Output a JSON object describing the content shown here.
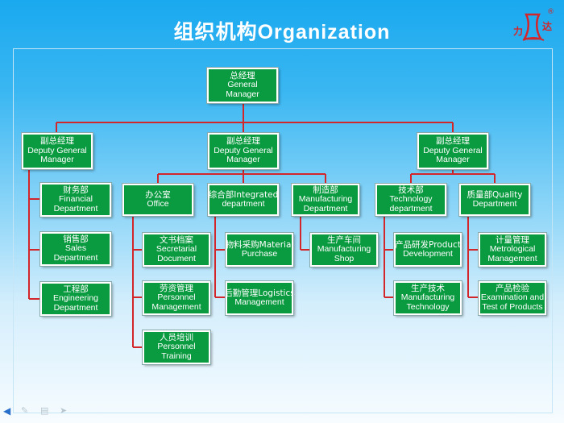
{
  "header": {
    "title_zh": "组织机构",
    "title_en": "Organization",
    "logo_text_1": "力",
    "logo_text_2": "达",
    "logo_mark": "®"
  },
  "org": {
    "gm": {
      "zh": "总经理",
      "en": [
        "General",
        "Manager"
      ]
    },
    "dgm_left": {
      "zh": "副总经理",
      "en": [
        "Deputy General",
        "Manager"
      ]
    },
    "dgm_center": {
      "zh": "副总经理",
      "en": [
        "Deputy General",
        "Manager"
      ]
    },
    "dgm_right": {
      "zh": "副总经理",
      "en": [
        "Deputy General",
        "Manager"
      ]
    },
    "finance": {
      "zh": "财务部",
      "en": [
        "Financial",
        "Department"
      ]
    },
    "sales": {
      "zh": "销售部",
      "en": [
        "Sales",
        "Department"
      ]
    },
    "engineering": {
      "zh": "工程部",
      "en": [
        "Engineering",
        "Department"
      ]
    },
    "office": {
      "zh": "办公室",
      "en": [
        "Office"
      ]
    },
    "secretarial": {
      "zh": "文书档案",
      "en": [
        "Secretarial",
        "Document"
      ]
    },
    "personnel": {
      "zh": "劳资管理",
      "en": [
        "Personnel",
        "Management"
      ]
    },
    "training": {
      "zh": "人员培训",
      "en": [
        "Personnel",
        "Training"
      ]
    },
    "integrated": {
      "zh": "综合部Integrated",
      "en": [
        "department"
      ]
    },
    "purchase": {
      "zh": "物料采购Material",
      "en": [
        "Purchase"
      ]
    },
    "logistics": {
      "zh": "后勤管理Logistics",
      "en": [
        "Management"
      ]
    },
    "manufacturing": {
      "zh": "制造部",
      "en": [
        "Manufacturing",
        "Department"
      ]
    },
    "shop": {
      "zh": "生产车间",
      "en": [
        "Manufacturing",
        "Shop"
      ]
    },
    "technology": {
      "zh": "技术部",
      "en": [
        "Technology",
        "department"
      ]
    },
    "product_dev": {
      "zh": "产品研发Product",
      "en": [
        "Development"
      ]
    },
    "mfg_tech": {
      "zh": "生产技术",
      "en": [
        "Manufacturing",
        "Technology"
      ]
    },
    "quality": {
      "zh": "质量部Quality",
      "en": [
        "Department"
      ]
    },
    "metrology": {
      "zh": "计量管理",
      "en": [
        "Metrological",
        "Management"
      ]
    },
    "inspection": {
      "zh": "产品检验",
      "en": [
        "Examination and",
        "Test of Products"
      ]
    }
  },
  "nav": {
    "back_icon": "left-arrow-icon",
    "pen_icon": "pen-icon",
    "menu_icon": "menu-icon",
    "next_icon": "right-arrow-icon"
  },
  "colors": {
    "box": "#0a9a3f",
    "connector": "#d3262b",
    "title": "#ffffff"
  }
}
